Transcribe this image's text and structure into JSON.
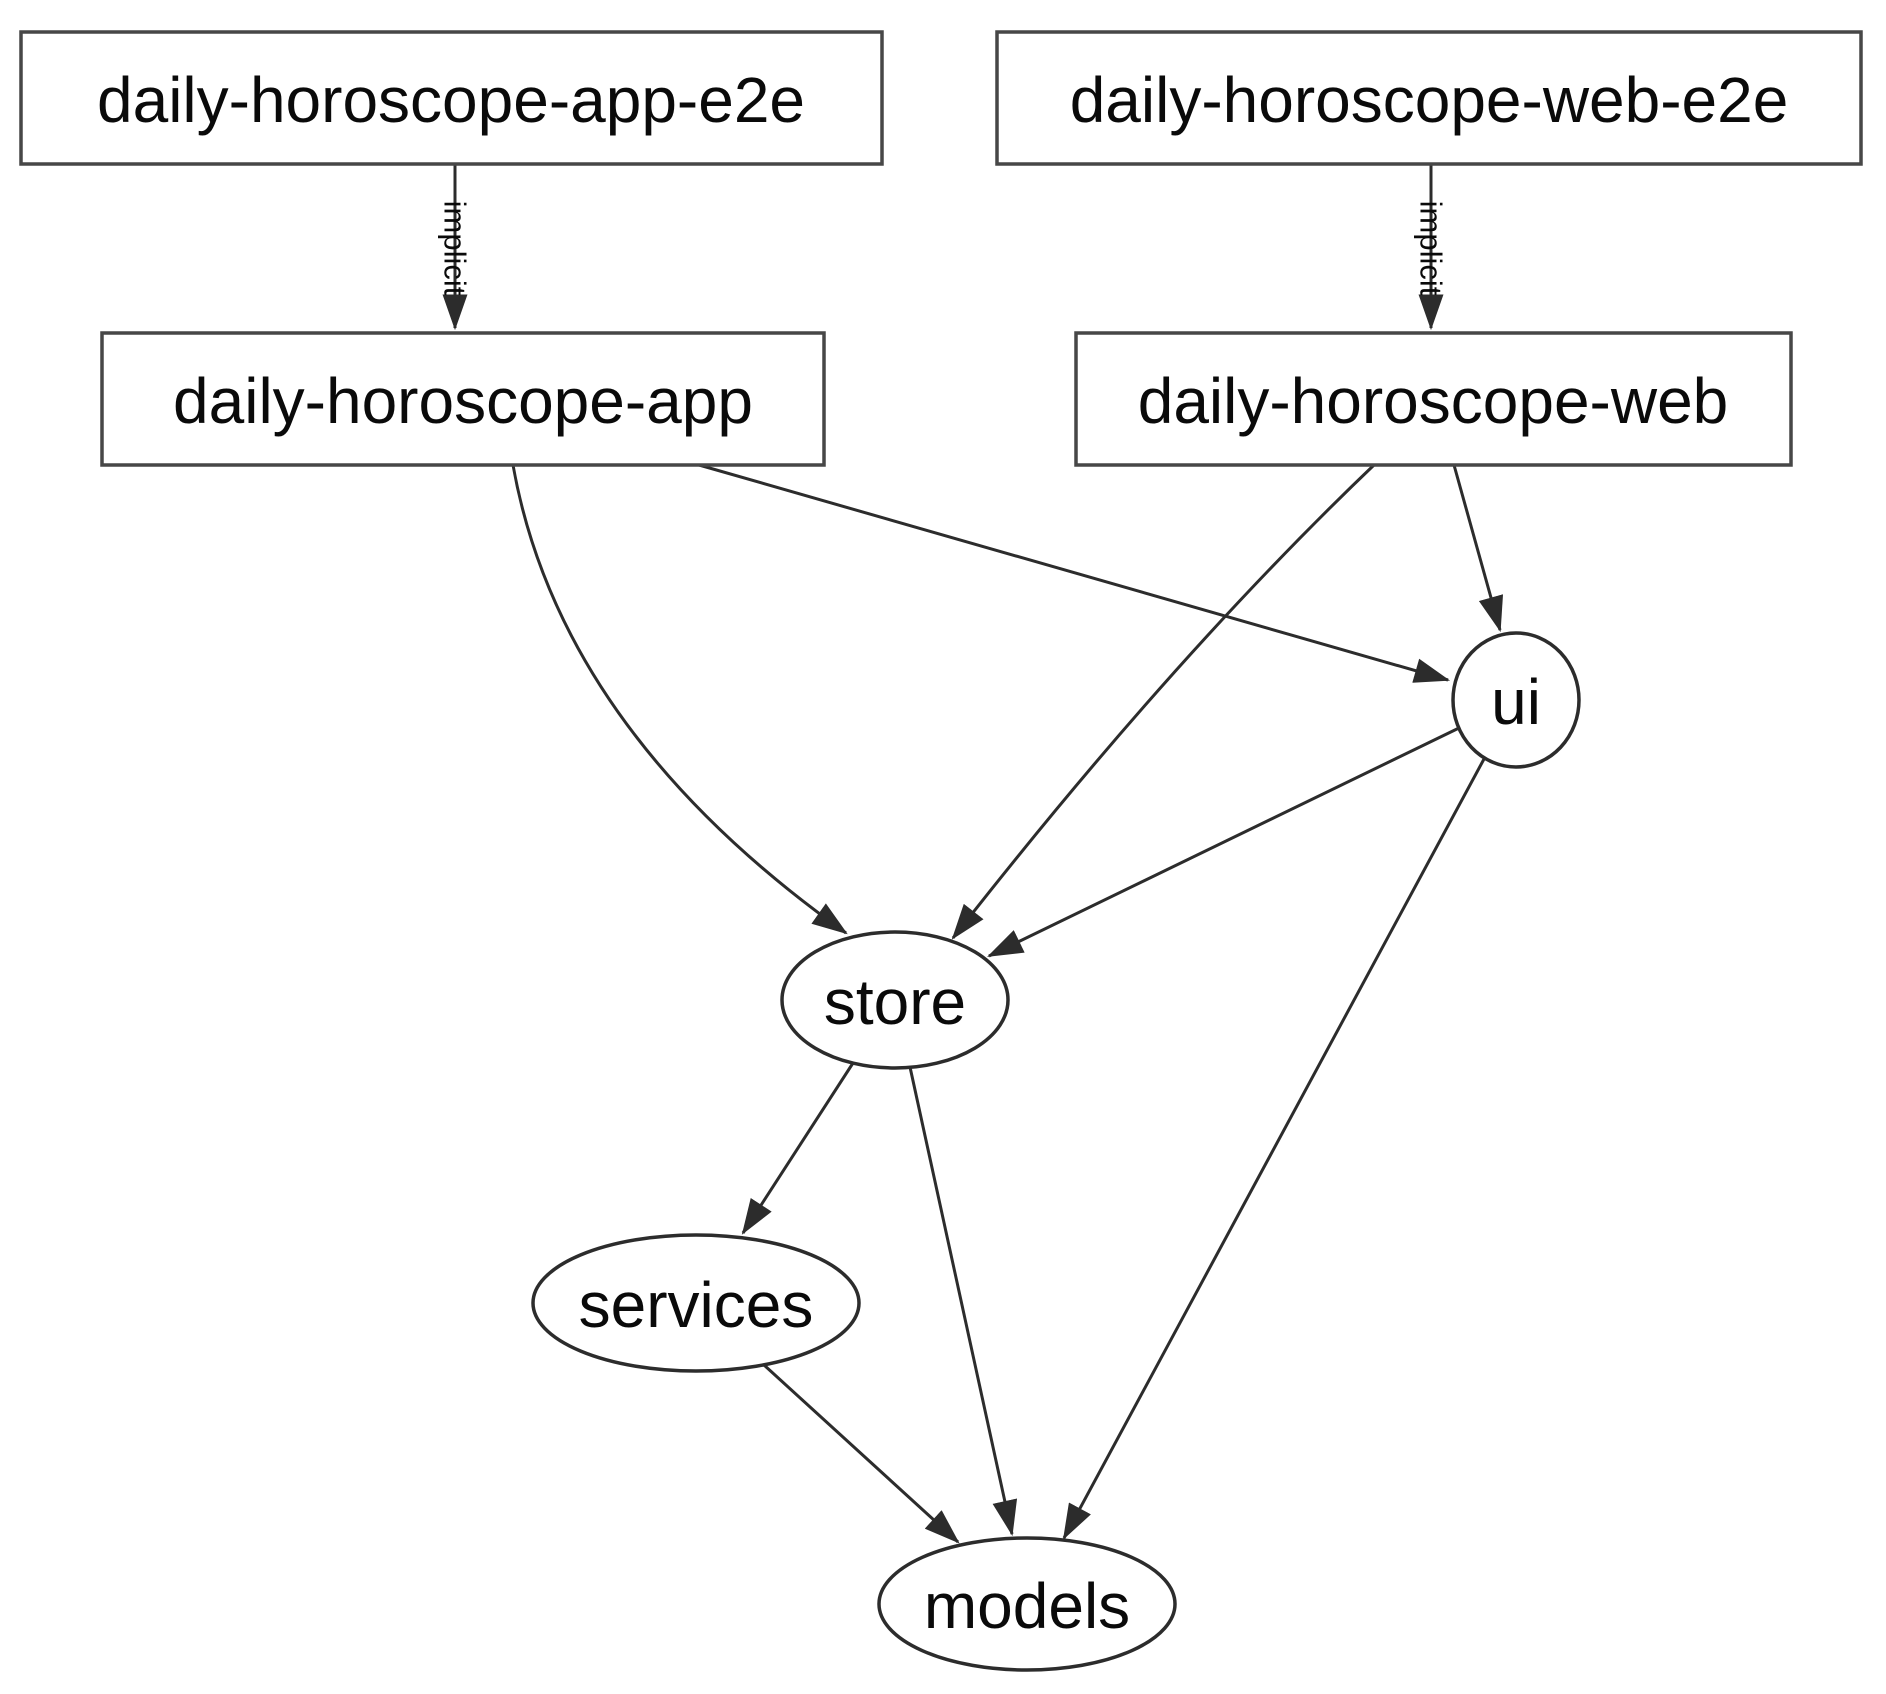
{
  "graph": {
    "kind": "project-dependency-graph",
    "colors": {
      "background": "#ffffff",
      "node_fill": "#ffffff",
      "rect_border": "#474747",
      "ellipse_border": "#2c2c2c",
      "edge": "#2c2c2c",
      "text": "#0a0a0a"
    },
    "nodes": {
      "app_e2e": {
        "label": "daily-horoscope-app-e2e",
        "shape": "rectangle"
      },
      "web_e2e": {
        "label": "daily-horoscope-web-e2e",
        "shape": "rectangle"
      },
      "app": {
        "label": "daily-horoscope-app",
        "shape": "rectangle"
      },
      "web": {
        "label": "daily-horoscope-web",
        "shape": "rectangle"
      },
      "ui": {
        "label": "ui",
        "shape": "ellipse"
      },
      "store": {
        "label": "store",
        "shape": "ellipse"
      },
      "services": {
        "label": "services",
        "shape": "ellipse"
      },
      "models": {
        "label": "models",
        "shape": "ellipse"
      }
    },
    "edges": [
      {
        "from": "daily-horoscope-app-e2e",
        "to": "daily-horoscope-app",
        "label": "implicit"
      },
      {
        "from": "daily-horoscope-web-e2e",
        "to": "daily-horoscope-web",
        "label": "implicit"
      },
      {
        "from": "daily-horoscope-app",
        "to": "ui",
        "label": ""
      },
      {
        "from": "daily-horoscope-app",
        "to": "store",
        "label": ""
      },
      {
        "from": "daily-horoscope-web",
        "to": "ui",
        "label": ""
      },
      {
        "from": "daily-horoscope-web",
        "to": "store",
        "label": ""
      },
      {
        "from": "ui",
        "to": "store",
        "label": ""
      },
      {
        "from": "ui",
        "to": "models",
        "label": ""
      },
      {
        "from": "store",
        "to": "services",
        "label": ""
      },
      {
        "from": "store",
        "to": "models",
        "label": ""
      },
      {
        "from": "services",
        "to": "models",
        "label": ""
      }
    ]
  }
}
